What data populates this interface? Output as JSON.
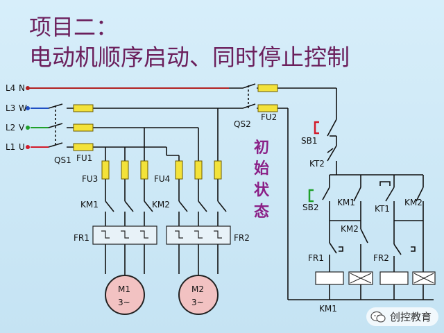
{
  "title_line1": "项目二：",
  "title_line2": "电动机顺序启动、同时停止控制",
  "side_text": [
    "初",
    "始",
    "状",
    "态"
  ],
  "lines": [
    {
      "label": "L4",
      "mark": "N",
      "color": "#b22020"
    },
    {
      "label": "L3",
      "mark": "W",
      "color": "#1f4fc4"
    },
    {
      "label": "L2",
      "mark": "V",
      "color": "#1fa02a"
    },
    {
      "label": "L1",
      "mark": "U",
      "color": "#d21a2a"
    }
  ],
  "labels": {
    "qs1": "QS1",
    "fu1": "FU1",
    "fu3": "FU3",
    "fu4": "FU4",
    "km1_main": "KM1",
    "km2_main": "KM2",
    "fr1_main": "FR1",
    "fr2_main": "FR2",
    "qs2": "QS2",
    "fu2": "FU2",
    "sb1": "SB1",
    "kt2": "KT2",
    "sb2": "SB2",
    "km1_aux": "KM1",
    "kt1_aux": "KT1",
    "km2_aux": "KM2",
    "km2_nc": "KM2",
    "fr1_ctrl": "FR1",
    "fr2_ctrl": "FR2",
    "km1_coil": "KM1"
  },
  "motors": [
    {
      "name": "M1",
      "spec": "3~"
    },
    {
      "name": "M2",
      "spec": "3~"
    }
  ],
  "watermark": "创控教育",
  "colors": {
    "title": "#6b1f5c",
    "side_text": "#8a1f86",
    "fuse": "#f3e23a",
    "wire": "#111111"
  }
}
